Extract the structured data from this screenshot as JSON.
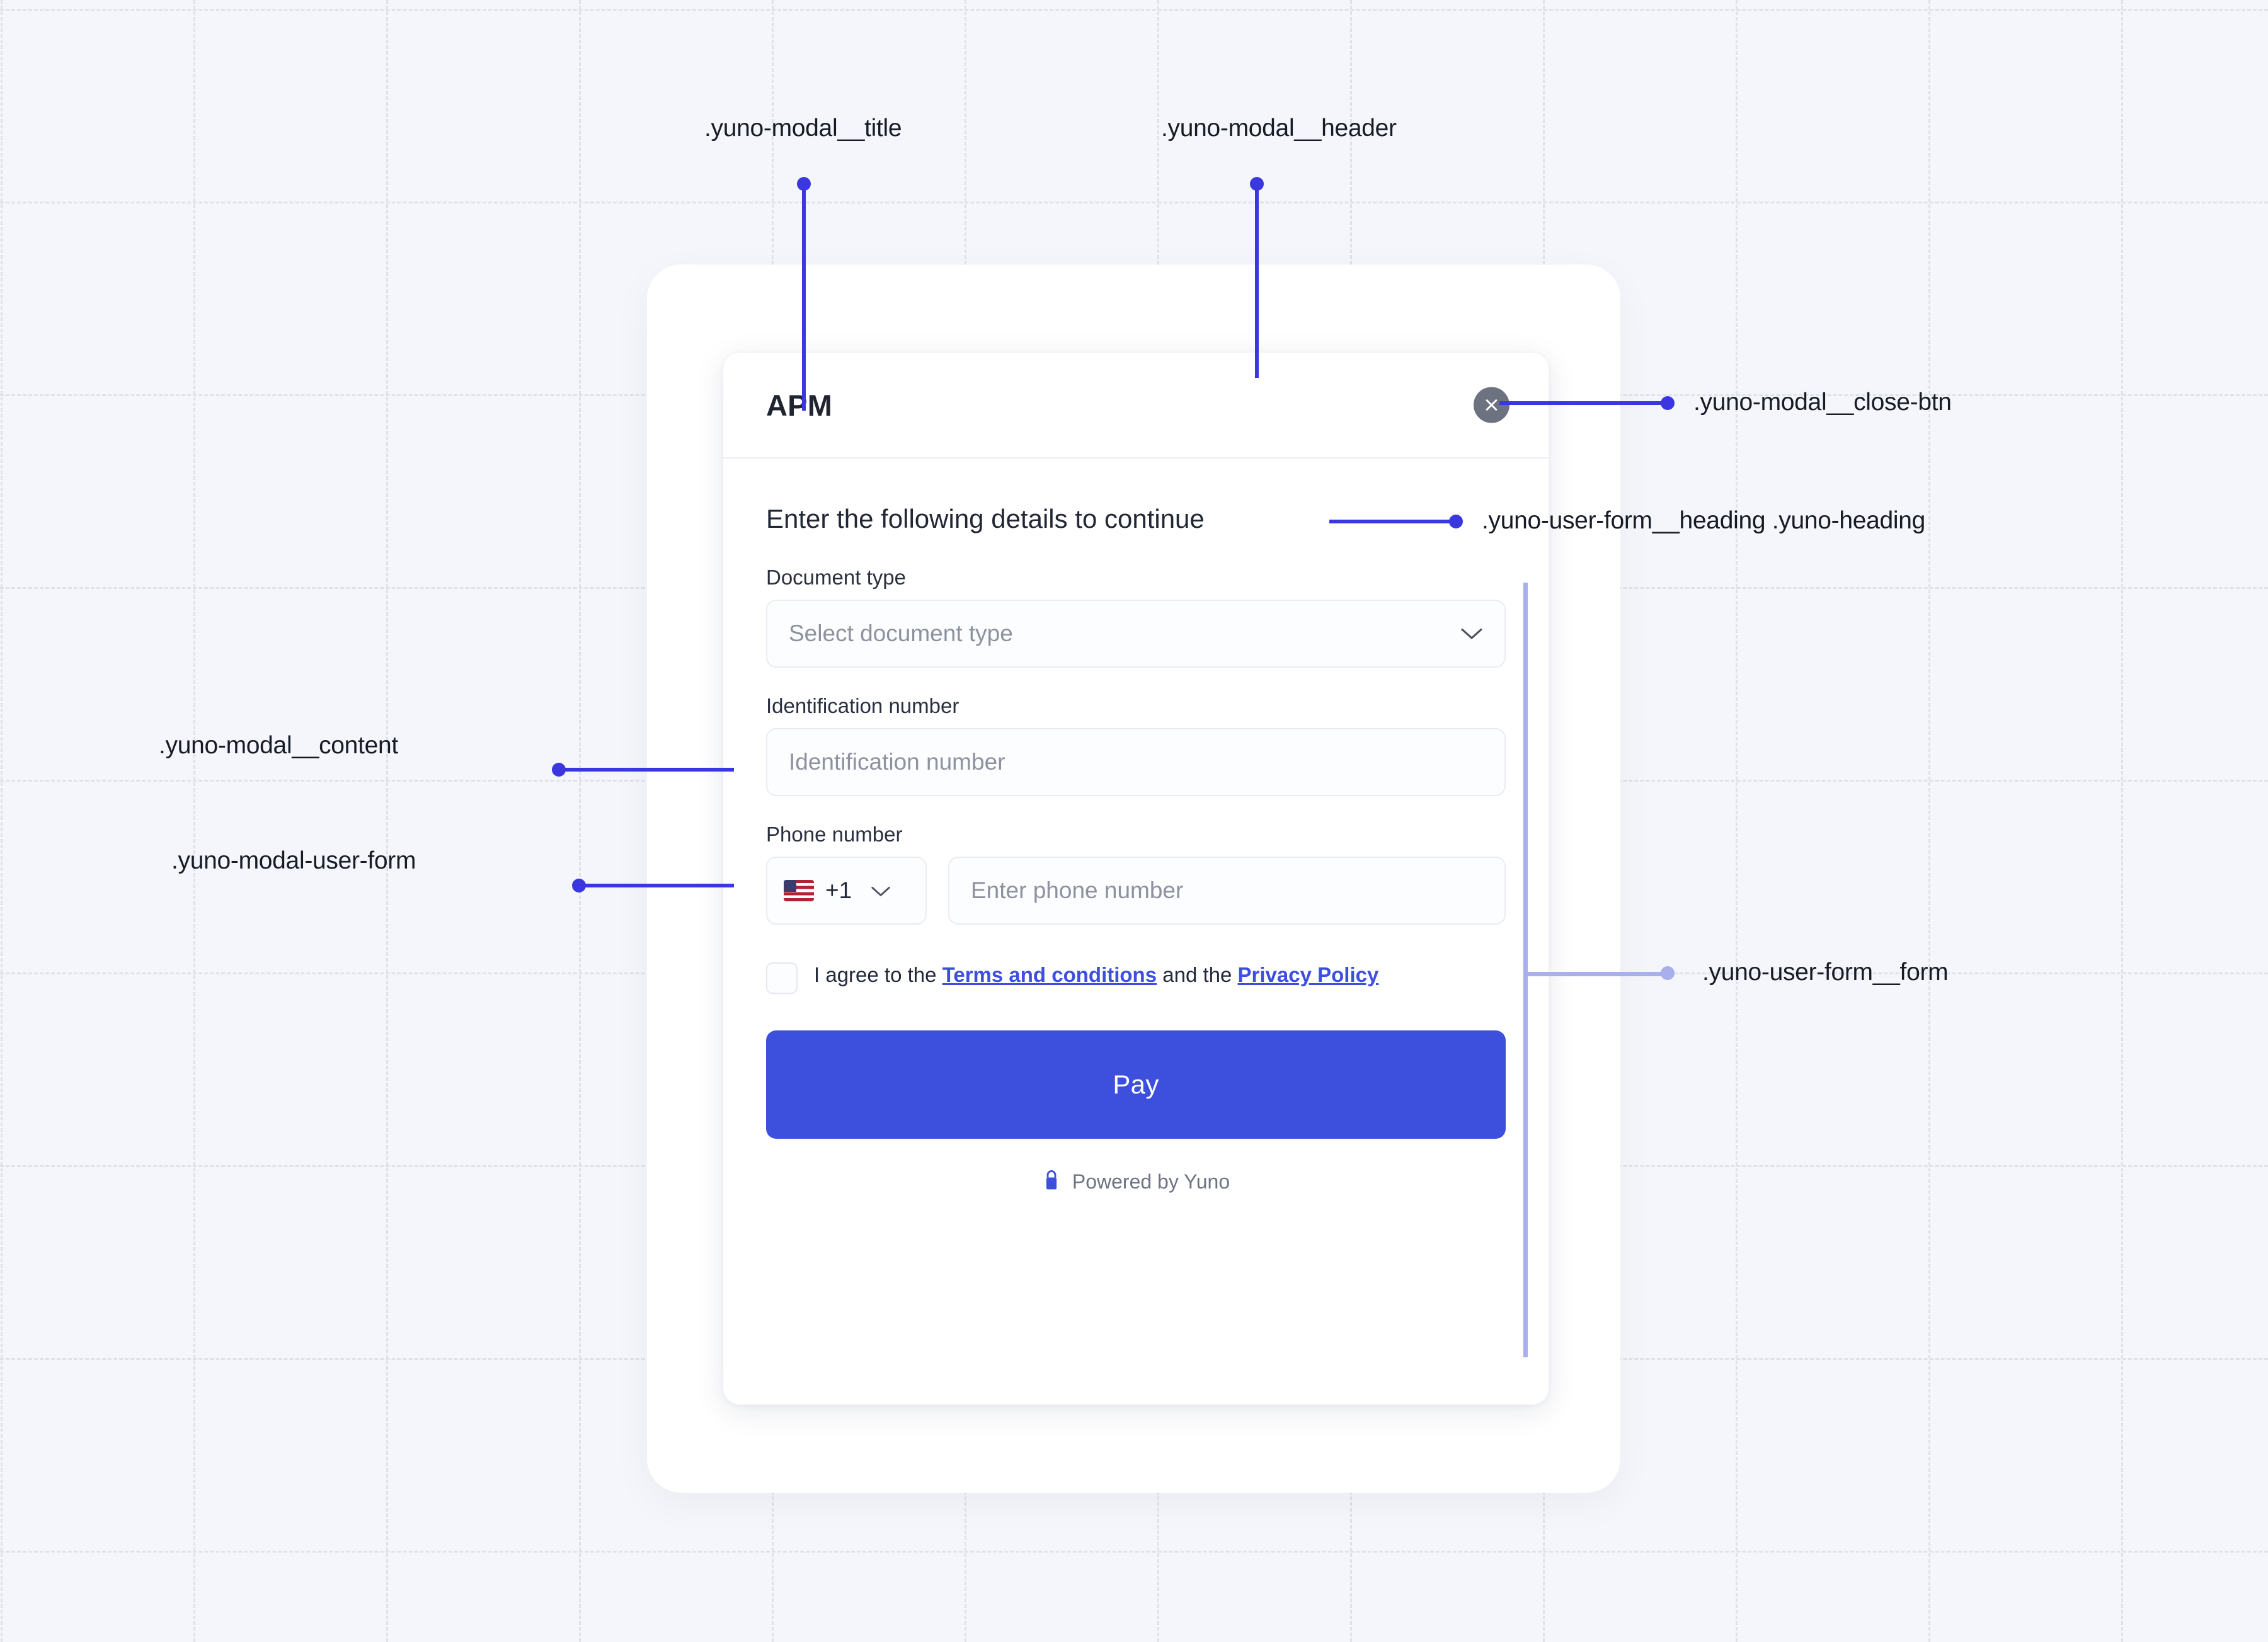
{
  "modal": {
    "title": "APM",
    "close_icon": "close-x-icon",
    "heading": "Enter the following details to continue",
    "fields": [
      {
        "label": "Document type",
        "placeholder": "Select document type",
        "type": "select",
        "icon": "chevron-down-icon"
      },
      {
        "label": "Identification number",
        "placeholder": "Identification number",
        "type": "text"
      },
      {
        "label": "Phone number",
        "placeholder": "Enter phone number",
        "type": "phone",
        "country_code": "+1",
        "country_flag": "us-flag-icon",
        "icon": "chevron-down-icon"
      }
    ],
    "terms": {
      "prefix": "I agree to the ",
      "link_terms": "Terms and conditions",
      "middle": " and the ",
      "link_privacy": "Privacy Policy"
    },
    "pay_label": "Pay",
    "footer": {
      "lock_icon": "lock-icon",
      "label": "Powered by Yuno"
    }
  },
  "annotations": [
    {
      "id": "modal-title",
      "text": ".yuno-modal__title"
    },
    {
      "id": "modal-header",
      "text": ".yuno-modal__header"
    },
    {
      "id": "modal-close-btn",
      "text": ".yuno-modal__close-btn"
    },
    {
      "id": "user-form-heading",
      "text": ".yuno-user-form__heading .yuno-heading"
    },
    {
      "id": "modal-content",
      "text": ".yuno-modal__content"
    },
    {
      "id": "modal-user-form",
      "text": ".yuno-modal-user-form"
    },
    {
      "id": "user-form-form",
      "text": ".yuno-user-form__form"
    }
  ],
  "colors": {
    "background": "#f4f6fb",
    "accent": "#3d4fdd",
    "annotation": "#3b37e0",
    "annotation_light": "#a9aeec",
    "close_btn": "#6d7280",
    "grid_line": "#dcdfe6"
  }
}
